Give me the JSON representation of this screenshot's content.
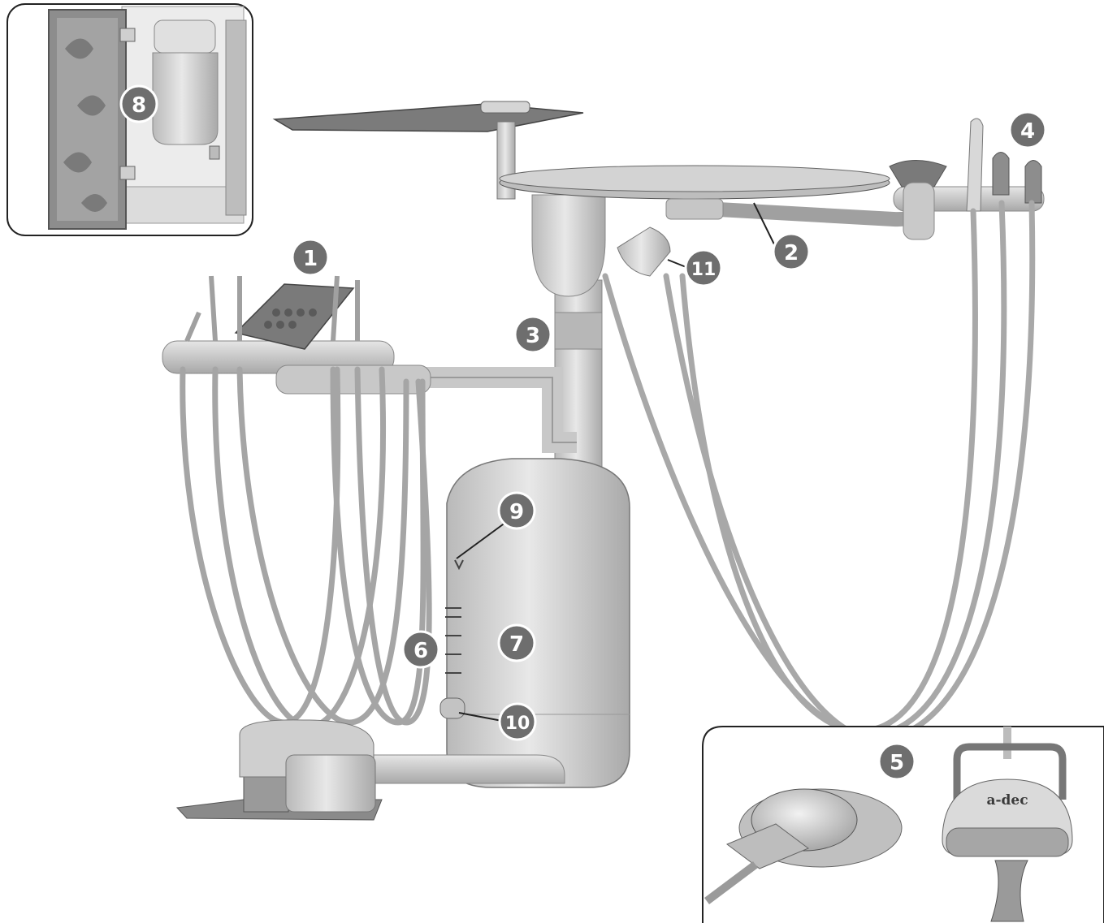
{
  "callouts": [
    {
      "id": "1",
      "label": "1"
    },
    {
      "id": "2",
      "label": "2"
    },
    {
      "id": "3",
      "label": "3"
    },
    {
      "id": "4",
      "label": "4"
    },
    {
      "id": "5",
      "label": "5"
    },
    {
      "id": "6",
      "label": "6"
    },
    {
      "id": "7",
      "label": "7"
    },
    {
      "id": "8",
      "label": "8"
    },
    {
      "id": "9",
      "label": "9"
    },
    {
      "id": "10",
      "label": "10"
    },
    {
      "id": "11",
      "label": "11"
    }
  ],
  "foot_control_brand": "a-dec",
  "colors": {
    "callout_fill": "#6e6e6e",
    "callout_stroke": "#ffffff",
    "equipment": "#cfcfcf",
    "line": "#333333"
  }
}
